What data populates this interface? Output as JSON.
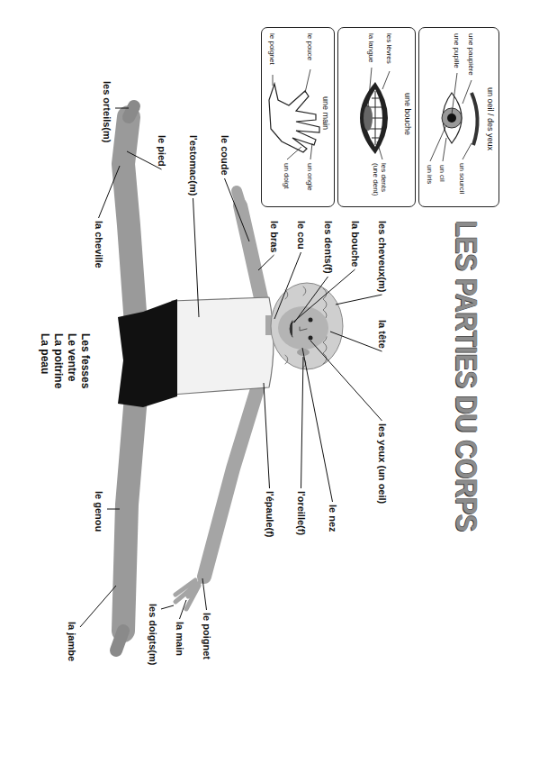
{
  "diagram": {
    "title": "LES PARTIES DU CORPS",
    "nodes": [
      {
        "text": [
          "un oeil / des yeux",
          "une paupière",
          "une pupille",
          "un sourcil",
          "un cil",
          "un iris"
        ]
      },
      {
        "text": [
          "une bouche",
          "les lèvres",
          "la langue",
          "les dents (une dent)"
        ]
      },
      {
        "text": [
          "une main",
          "le pouce",
          "le poignet",
          "un ongle",
          "un doigt"
        ]
      }
    ],
    "labels": [
      "les cheveux(m)",
      "la tête",
      "les yeux (un oeil)",
      "la bouche",
      "le nez",
      "les dents(f)",
      "le cou",
      "l'oreille(f)",
      "le bras",
      "l'épaule(f)",
      "le coude",
      "le poignet",
      "l'estomac(m)",
      "la main",
      "le pied",
      "les doigts(m)",
      "les orteils(m)",
      "la cheville",
      "le genou",
      "Les fesses",
      "Le ventre",
      "La poitrine",
      "La peau",
      "la jambe"
    ]
  }
}
